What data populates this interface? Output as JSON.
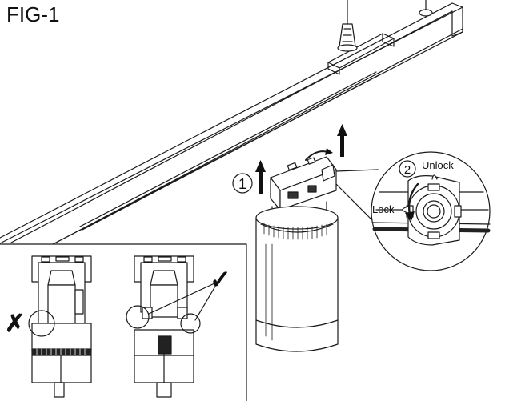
{
  "figure": {
    "title": "FIG-1",
    "step1": "1",
    "step2": "2",
    "unlock_label": "Unlock",
    "lock_label": "Lock",
    "wrong_mark": "✗",
    "right_mark": "✓"
  },
  "colors": {
    "line": "#1a1a1a",
    "fill": "#ffffff",
    "shade": "#222222"
  }
}
